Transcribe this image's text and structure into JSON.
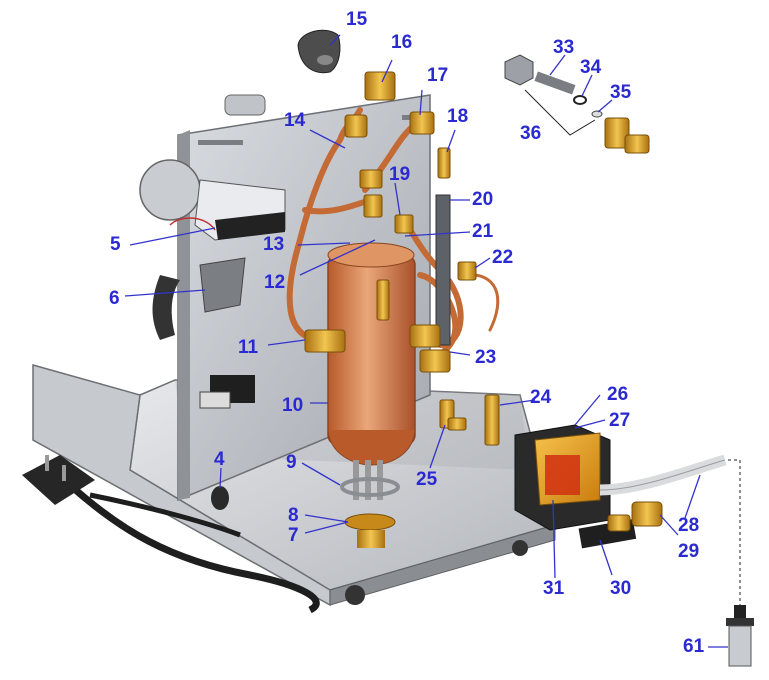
{
  "diagram": {
    "type": "exploded parts diagram",
    "labels": [
      "15",
      "16",
      "17",
      "18",
      "14",
      "19",
      "20",
      "5",
      "13",
      "21",
      "12",
      "22",
      "6",
      "11",
      "23",
      "10",
      "24",
      "26",
      "27",
      "9",
      "25",
      "4",
      "8",
      "7",
      "28",
      "29",
      "31",
      "30",
      "61",
      "33",
      "34",
      "35",
      "36"
    ]
  },
  "colors": {
    "label": "#2a2ad0",
    "leader": "#3333cc",
    "copper": "#d07a45",
    "brass": "#d9a020",
    "panel": "#b8bcc2",
    "pump": "#e9a01c",
    "pump_red": "#d03010"
  }
}
